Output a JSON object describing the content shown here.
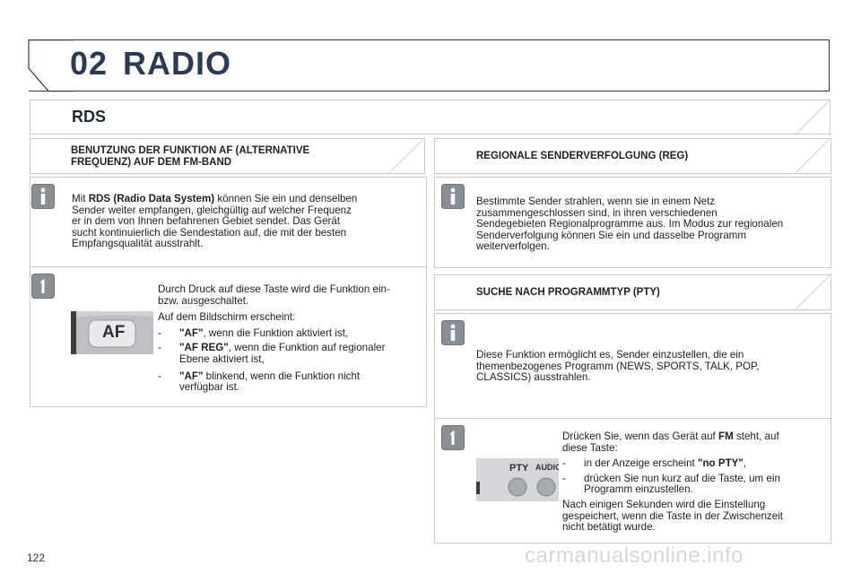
{
  "header": {
    "chapter_number": "02",
    "chapter_title": "RADIO"
  },
  "section": {
    "title": "RDS"
  },
  "left": {
    "heading": "BENUTZUNG DER FUNKTION AF (ALTERNATIVE FREQUENZ) AUF DEM FM-BAND",
    "heading_line1": "BENUTZUNG DER FUNKTION AF (ALTERNATIVE",
    "heading_line2": "FREQUENZ) AUF DEM FM-BAND",
    "info": {
      "prefix": "Mit ",
      "bold": "RDS (Radio Data System)",
      "line1_rest": " können Sie ein und denselben",
      "line2": "Sender weiter empfangen, gleichgültig auf welcher Frequenz",
      "line3": "er in dem von Ihnen befahrenen Gebiet sendet. Das Gerät",
      "line4": "sucht kontinuierlich die Sendestation auf, die mit der besten",
      "line5": "Empfangsqualität ausstrahlt."
    },
    "step": {
      "line1": "Durch Druck auf diese Taste wird die Funktion ein-",
      "line2": "bzw. ausgeschaltet.",
      "display_intro": "Auf dem Bildschirm erscheint:",
      "items": [
        {
          "dash": "-",
          "bold": "\"AF\"",
          "rest1": ", wenn die Funktion aktiviert ist,",
          "rest2": ""
        },
        {
          "dash": "-",
          "bold": "\"AF REG\"",
          "rest1": ", wenn die Funktion auf regionaler",
          "rest2": "Ebene aktiviert ist,"
        },
        {
          "dash": "-",
          "bold": "\"AF\"",
          "rest1": " blinkend, wenn die Funktion nicht",
          "rest2": "verfügbar ist."
        }
      ],
      "button_label": "AF"
    }
  },
  "right_top": {
    "heading": "REGIONALE SENDERVERFOLGUNG (REG)",
    "info_lines": [
      "Bestimmte Sender strahlen, wenn sie in einem Netz",
      "zusammengeschlossen sind, in ihren verschiedenen",
      "Sendegebieten Regionalprogramme aus. Im Modus zur regionalen",
      "Senderverfolgung können Sie ein und dasselbe Programm",
      "weiterverfolgen."
    ]
  },
  "right_bottom": {
    "heading": "SUCHE NACH PROGRAMMTYP (PTY)",
    "info_lines": [
      "Diese Funktion ermöglicht es, Sender einzustellen, die ein",
      "themenbezogenes Programm (NEWS, SPORTS, TALK, POP,",
      "CLASSICS) ausstrahlen."
    ],
    "step": {
      "line1_pre": "Drücken Sie, wenn das Gerät auf ",
      "line1_bold": "FM",
      "line1_post": " steht, auf",
      "line2": "diese Taste:",
      "items": [
        {
          "dash": "-",
          "pre": "in der Anzeige erscheint ",
          "bold": "\"no PTY\"",
          "post": ",",
          "line2": ""
        },
        {
          "dash": "-",
          "pre": "drücken Sie nun kurz auf die Taste, um ein",
          "bold": "",
          "post": "",
          "line2": "Programm einzustellen."
        }
      ],
      "outro_lines": [
        "Nach einigen Sekunden wird die Einstellung",
        "gespeichert, wenn die Taste in der Zwischenzeit",
        "nicht betätigt wurde."
      ],
      "button_label_pty": "PTY",
      "button_label_audio": "AUDIO O"
    }
  },
  "footer": {
    "page_number": "122",
    "watermark": "carmanualsonline.info"
  },
  "icons": {
    "info": "info-icon",
    "step": "step-one-icon"
  },
  "colors": {
    "accent": "#2b3a55",
    "box_border": "#c9c9c9",
    "icon_fill": "#8a8f96"
  }
}
